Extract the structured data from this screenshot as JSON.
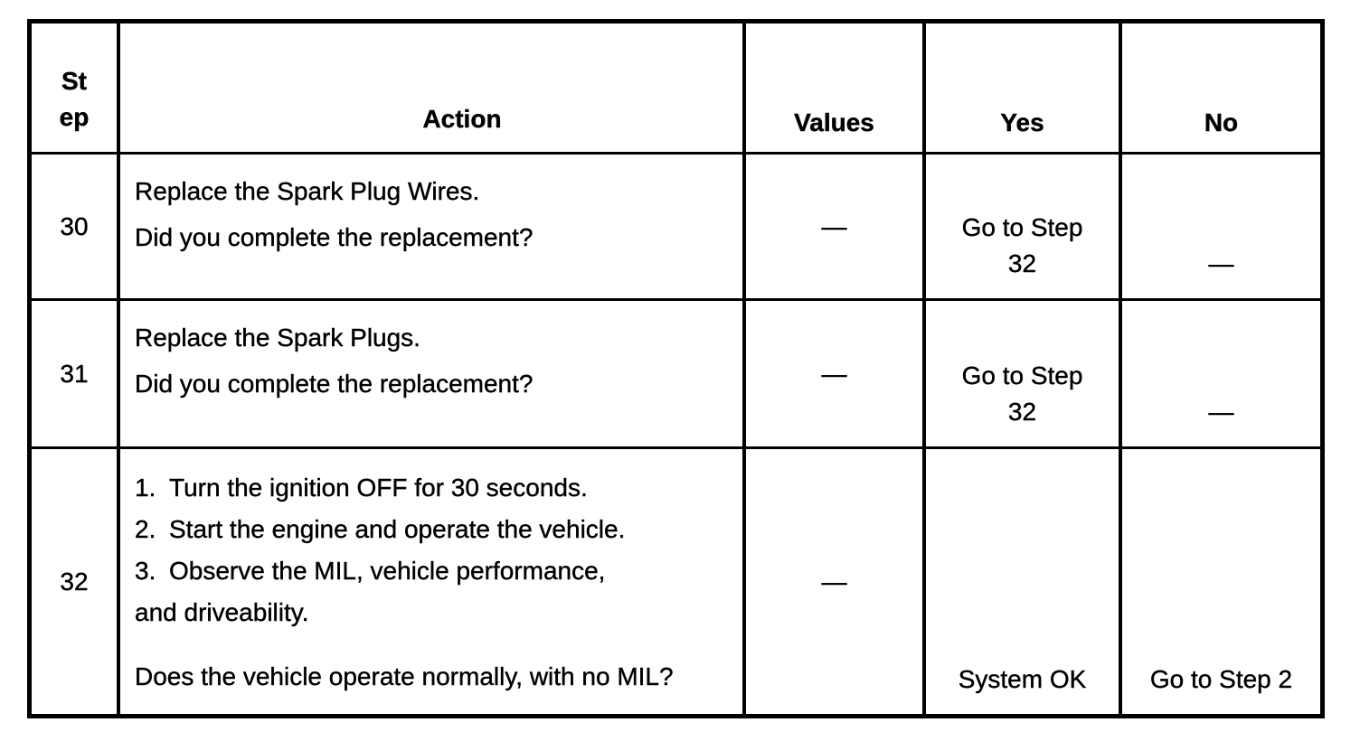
{
  "colors": {
    "border": "#000000",
    "text": "#000000",
    "background": "#ffffff"
  },
  "header": {
    "step_line1": "St",
    "step_line2": "ep",
    "action": "Action",
    "values": "Values",
    "yes": "Yes",
    "no": "No"
  },
  "rows": [
    {
      "step": "30",
      "action_lines": [
        "Replace the Spark Plug Wires.",
        "Did you complete the replacement?"
      ],
      "values": "—",
      "yes_line1": "Go to Step",
      "yes_line2": "32",
      "no": "—"
    },
    {
      "step": "31",
      "action_lines": [
        "Replace the Spark Plugs.",
        "Did you complete the replacement?"
      ],
      "values": "—",
      "yes_line1": "Go to Step",
      "yes_line2": "32",
      "no": "—"
    },
    {
      "step": "32",
      "action_list": [
        {
          "num": "1.",
          "text": "Turn the ignition OFF for 30 seconds."
        },
        {
          "num": "2.",
          "text": "Start the engine and operate the vehicle."
        },
        {
          "num": "3.",
          "text": "Observe the MIL, vehicle performance,"
        }
      ],
      "action_list_continuation": "and driveability.",
      "action_question": "Does the vehicle operate normally, with no MIL?",
      "values": "—",
      "yes": "System OK",
      "no": "Go to Step 2"
    }
  ]
}
